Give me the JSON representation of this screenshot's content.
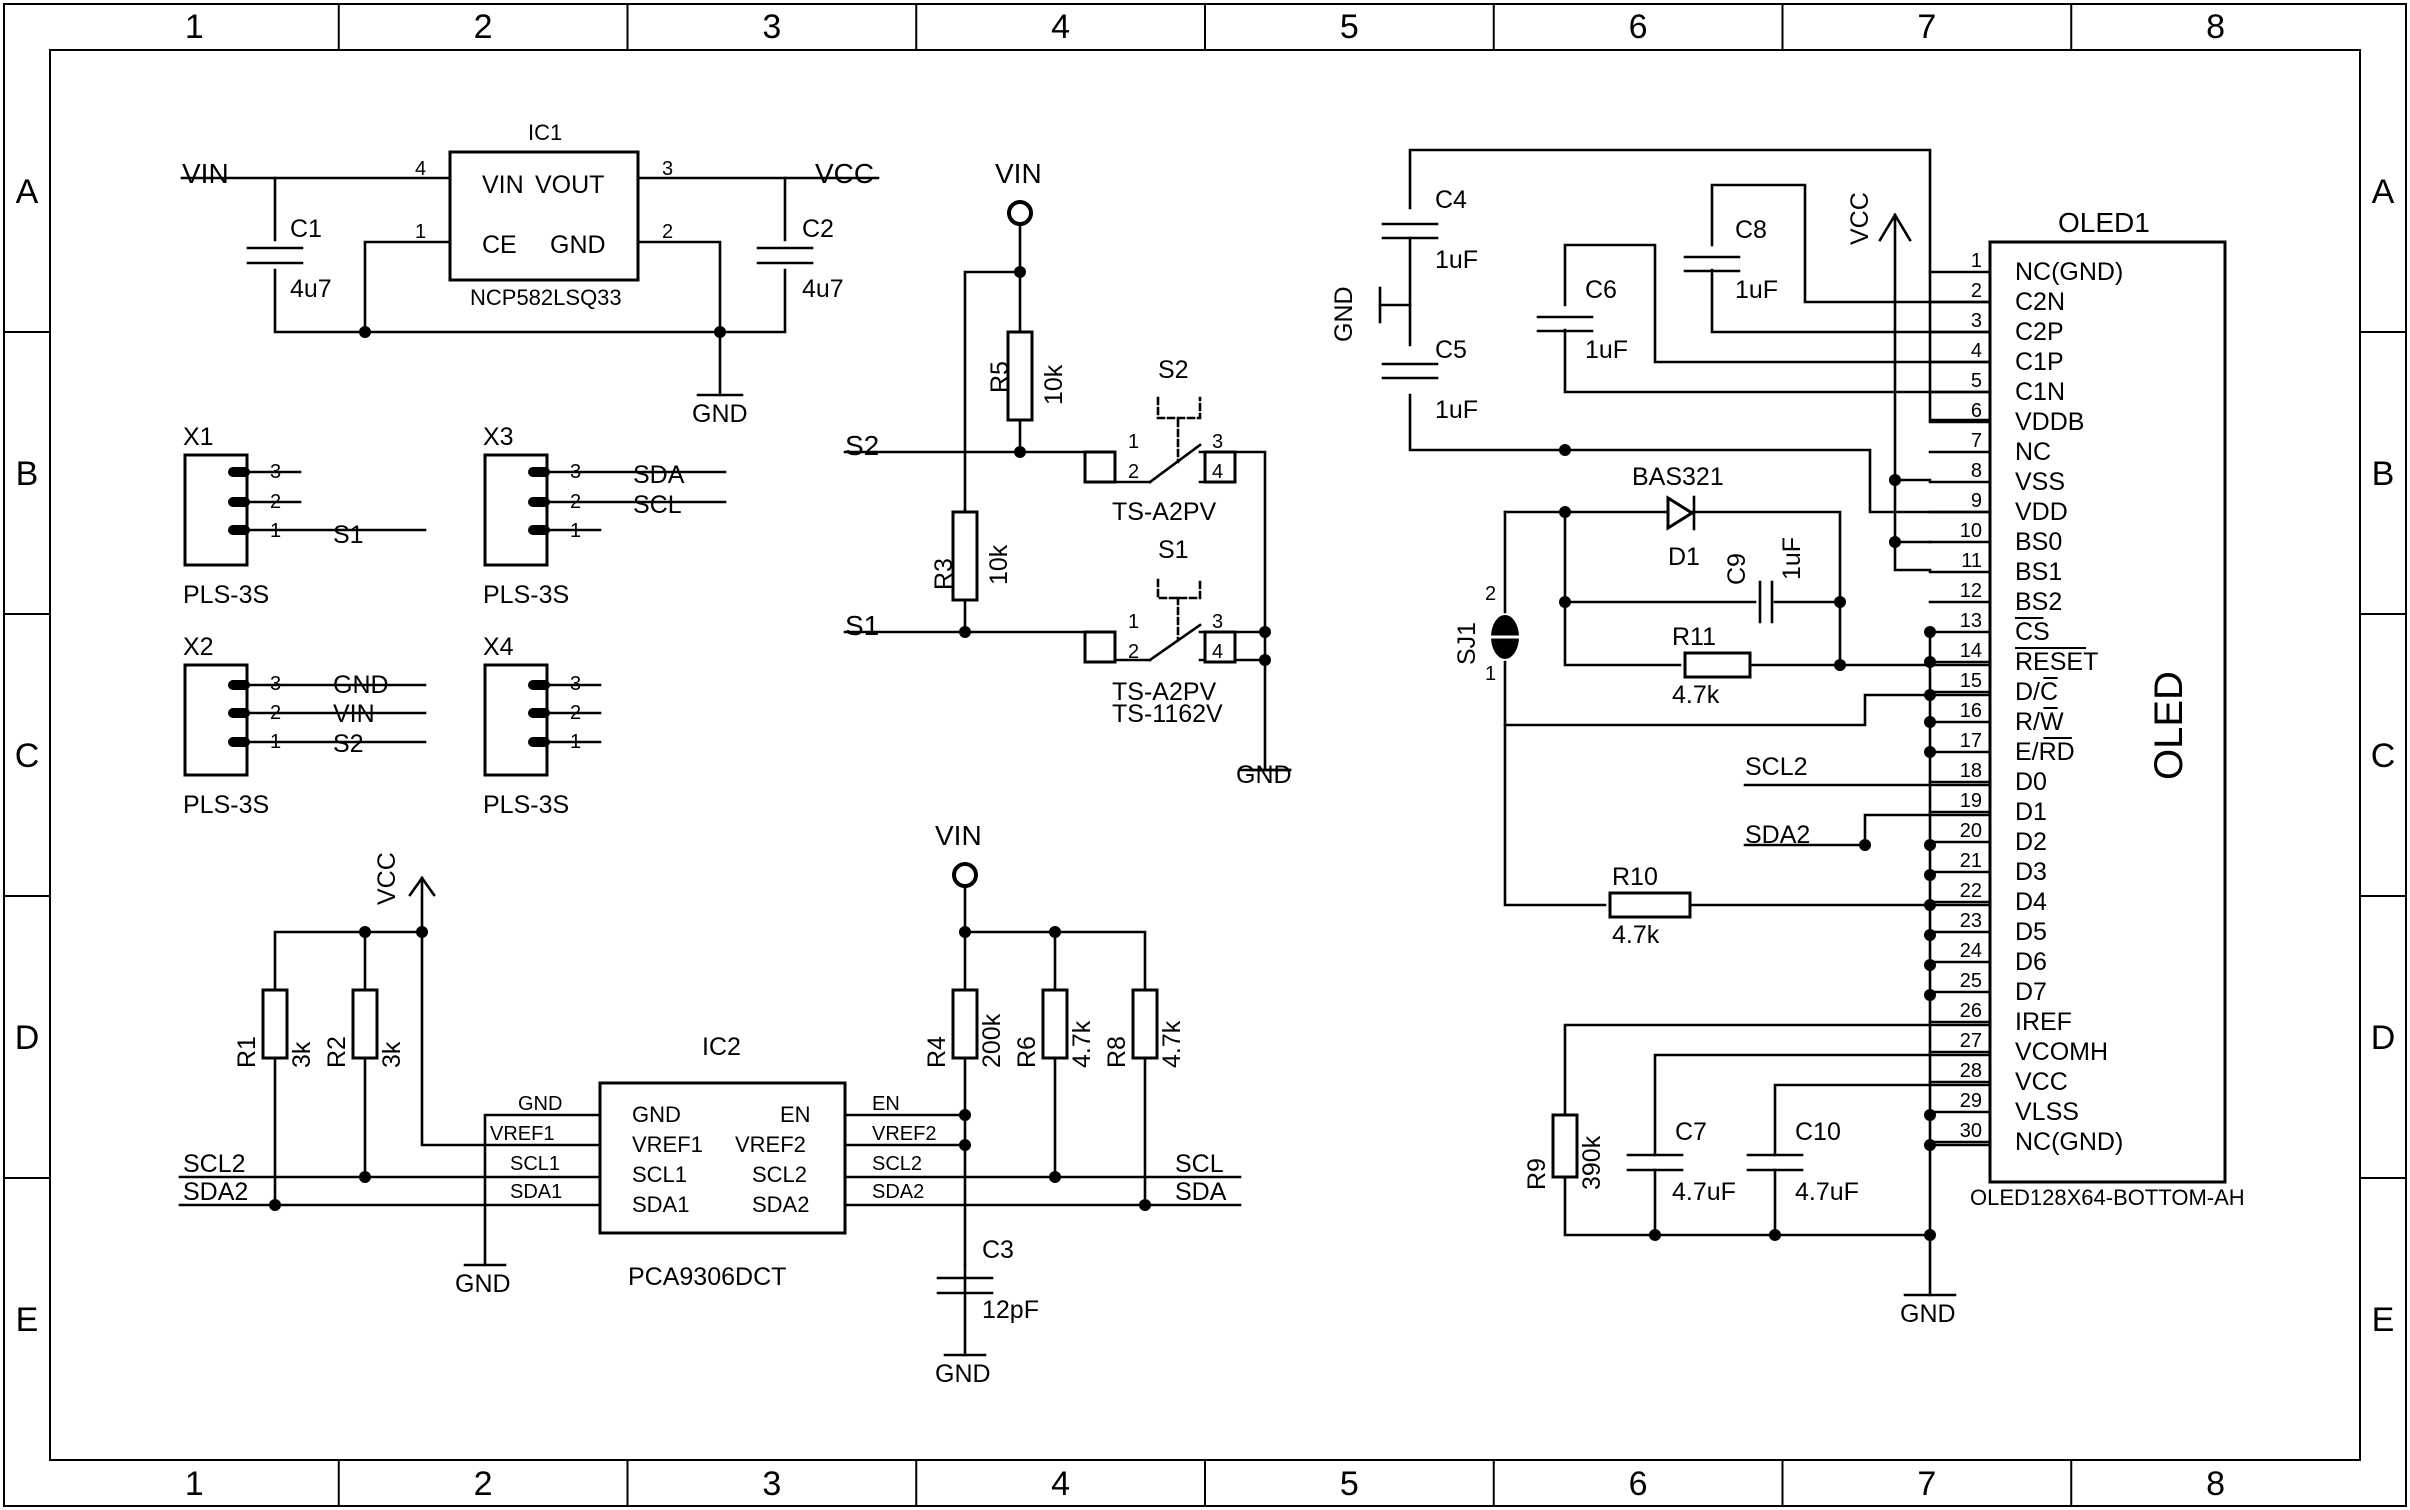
{
  "frame": {
    "columns": [
      "1",
      "2",
      "3",
      "4",
      "5",
      "6",
      "7",
      "8"
    ],
    "rows": [
      "A",
      "B",
      "C",
      "D",
      "E"
    ]
  },
  "ic1": {
    "ref": "IC1",
    "part": "NCP582LSQ33",
    "pins": {
      "vin": "VIN",
      "vout": "VOUT",
      "ce": "CE",
      "gnd": "GND",
      "n4": "4",
      "n1": "1",
      "n3": "3",
      "n2": "2"
    },
    "net_in": "VIN",
    "net_out": "VCC",
    "net_gnd": "GND"
  },
  "c1": {
    "ref": "C1",
    "value": "4u7"
  },
  "c2": {
    "ref": "C2",
    "value": "4u7"
  },
  "connectors": {
    "x1": {
      "ref": "X1",
      "part": "PLS-3S",
      "pins": [
        "3",
        "2",
        "1"
      ],
      "nets": [
        "",
        "",
        "S1"
      ]
    },
    "x3": {
      "ref": "X3",
      "part": "PLS-3S",
      "pins": [
        "3",
        "2",
        "1"
      ],
      "nets": [
        "SDA",
        "SCL",
        ""
      ]
    },
    "x2": {
      "ref": "X2",
      "part": "PLS-3S",
      "pins": [
        "3",
        "2",
        "1"
      ],
      "nets": [
        "GND",
        "VIN",
        "S2"
      ]
    },
    "x4": {
      "ref": "X4",
      "part": "PLS-3S",
      "pins": [
        "3",
        "2",
        "1"
      ],
      "nets": [
        "",
        "",
        ""
      ]
    }
  },
  "switches": {
    "vin": "VIN",
    "r5": {
      "ref": "R5",
      "value": "10k"
    },
    "r3": {
      "ref": "R3",
      "value": "10k"
    },
    "s2": {
      "ref": "S2",
      "part": "TS-A2PV",
      "net": "S2",
      "pins": [
        "1",
        "2",
        "3",
        "4"
      ]
    },
    "s1": {
      "ref": "S1",
      "part": "TS-A2PV",
      "part2": "TS-1162V",
      "net": "S1",
      "pins": [
        "1",
        "2",
        "3",
        "4"
      ]
    },
    "gnd": "GND"
  },
  "level_shifter": {
    "ref": "IC2",
    "part": "PCA9306DCT",
    "vcc": "VCC",
    "vin": "VIN",
    "left_pins": [
      "GND",
      "VREF1",
      "SCL1",
      "SDA1"
    ],
    "right_pins": [
      "EN",
      "VREF2",
      "SCL2",
      "SDA2"
    ],
    "left_nets": [
      "GND",
      "VREF1",
      "SCL1",
      "SDA1"
    ],
    "right_nets": [
      "EN",
      "VREF2",
      "SCL2",
      "SDA2"
    ],
    "net_scl2": "SCL2",
    "net_sda2": "SDA2",
    "net_scl": "SCL",
    "net_sda": "SDA",
    "gnd": "GND",
    "gnd2": "GND",
    "r1": {
      "ref": "R1",
      "value": "3k"
    },
    "r2": {
      "ref": "R2",
      "value": "3k"
    },
    "r4": {
      "ref": "R4",
      "value": "200k"
    },
    "r6": {
      "ref": "R6",
      "value": "4.7k"
    },
    "r8": {
      "ref": "R8",
      "value": "4.7k"
    },
    "c3": {
      "ref": "C3",
      "value": "12pF"
    }
  },
  "oled": {
    "ref": "OLED1",
    "part": "OLED128X64-BOTTOM-AH",
    "title": "OLED",
    "vcc": "VCC",
    "gnd": "GND",
    "gnd_left": "GND",
    "pins": [
      {
        "n": "1",
        "name": "NC(GND)"
      },
      {
        "n": "2",
        "name": "C2N"
      },
      {
        "n": "3",
        "name": "C2P"
      },
      {
        "n": "4",
        "name": "C1P"
      },
      {
        "n": "5",
        "name": "C1N"
      },
      {
        "n": "6",
        "name": "VDDB"
      },
      {
        "n": "7",
        "name": "NC"
      },
      {
        "n": "8",
        "name": "VSS"
      },
      {
        "n": "9",
        "name": "VDD"
      },
      {
        "n": "10",
        "name": "BS0"
      },
      {
        "n": "11",
        "name": "BS1"
      },
      {
        "n": "12",
        "name": "BS2"
      },
      {
        "n": "13",
        "name": "CS"
      },
      {
        "n": "14",
        "name": "RESET"
      },
      {
        "n": "15",
        "name": "D/C"
      },
      {
        "n": "16",
        "name": "R/W"
      },
      {
        "n": "17",
        "name": "E/RD"
      },
      {
        "n": "18",
        "name": "D0"
      },
      {
        "n": "19",
        "name": "D1"
      },
      {
        "n": "20",
        "name": "D2"
      },
      {
        "n": "21",
        "name": "D3"
      },
      {
        "n": "22",
        "name": "D4"
      },
      {
        "n": "23",
        "name": "D5"
      },
      {
        "n": "24",
        "name": "D6"
      },
      {
        "n": "25",
        "name": "D7"
      },
      {
        "n": "26",
        "name": "IREF"
      },
      {
        "n": "27",
        "name": "VCOMH"
      },
      {
        "n": "28",
        "name": "VCC"
      },
      {
        "n": "29",
        "name": "VLSS"
      },
      {
        "n": "30",
        "name": "NC(GND)"
      }
    ],
    "net_scl2": "SCL2",
    "net_sda2": "SDA2",
    "c4": {
      "ref": "C4",
      "value": "1uF"
    },
    "c5": {
      "ref": "C5",
      "value": "1uF"
    },
    "c6": {
      "ref": "C6",
      "value": "1uF"
    },
    "c8": {
      "ref": "C8",
      "value": "1uF"
    },
    "c9": {
      "ref": "C9",
      "value": "1uF"
    },
    "c7": {
      "ref": "C7",
      "value": "4.7uF"
    },
    "c10": {
      "ref": "C10",
      "value": "4.7uF"
    },
    "d1": {
      "ref": "D1",
      "part": "BAS321"
    },
    "r11": {
      "ref": "R11",
      "value": "4.7k"
    },
    "r10": {
      "ref": "R10",
      "value": "4.7k"
    },
    "r9": {
      "ref": "R9",
      "value": "390k"
    },
    "sj1": {
      "ref": "SJ1",
      "pins": [
        "2",
        "1"
      ]
    }
  }
}
